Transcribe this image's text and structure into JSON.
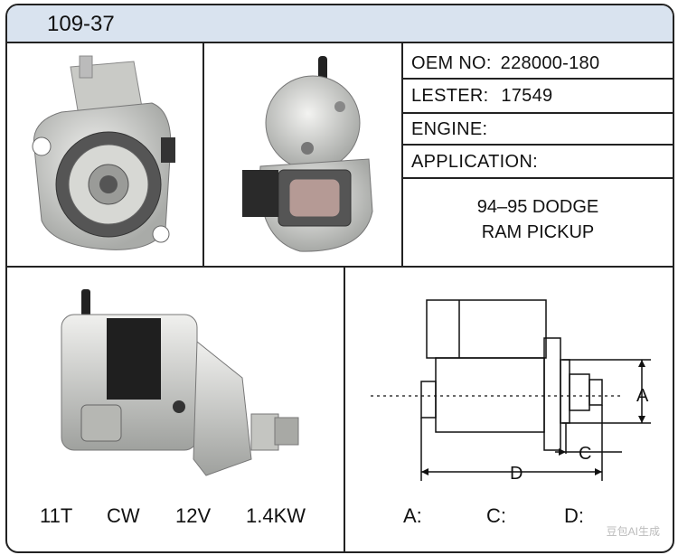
{
  "header": {
    "code": "109-37"
  },
  "specs": {
    "oem_label": "OEM  NO:",
    "oem_value": "228000-180",
    "lester_label": "LESTER:",
    "lester_value": "17549",
    "engine_label": "ENGINE:",
    "application_label": "APPLICATION:",
    "application_line1": "94–95 DODGE",
    "application_line2": "RAM PICKUP"
  },
  "electrical": {
    "teeth": "11T",
    "rotation": "CW",
    "voltage": "12V",
    "power": "1.4KW"
  },
  "dimensions": {
    "a_label": "A:",
    "c_label": "C:",
    "d_label": "D:",
    "diagram_a": "A",
    "diagram_c": "C",
    "diagram_d": "D"
  },
  "watermark": "豆包AI生成",
  "colors": {
    "header_bg": "#d9e3ef",
    "border": "#222222"
  }
}
